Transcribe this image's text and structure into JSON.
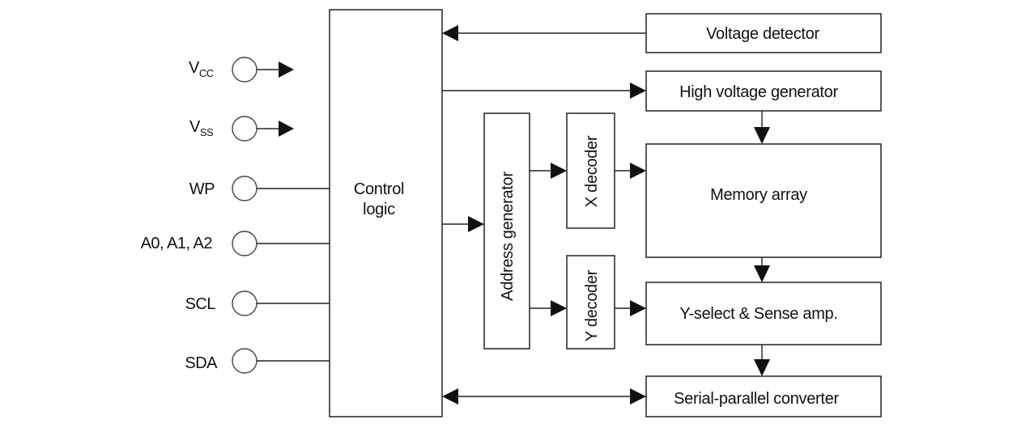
{
  "pins": [
    {
      "id": "vcc",
      "label": "V",
      "sub": "CC",
      "connection": "arrow-out"
    },
    {
      "id": "vss",
      "label": "V",
      "sub": "SS",
      "connection": "arrow-out"
    },
    {
      "id": "wp",
      "label": "WP",
      "sub": "",
      "connection": "line"
    },
    {
      "id": "a012",
      "label": "A0, A1, A2",
      "sub": "",
      "connection": "line"
    },
    {
      "id": "scl",
      "label": "SCL",
      "sub": "",
      "connection": "line"
    },
    {
      "id": "sda",
      "label": "SDA",
      "sub": "",
      "connection": "line"
    }
  ],
  "blocks": {
    "control_logic": {
      "line1": "Control",
      "line2": "logic"
    },
    "voltage_detector": "Voltage detector",
    "high_voltage_generator": "High voltage generator",
    "address_generator": "Address generator",
    "x_decoder": "X decoder",
    "y_decoder": "Y decoder",
    "memory_array": "Memory array",
    "y_select_sense_amp": "Y-select & Sense amp.",
    "serial_parallel_converter": "Serial-parallel converter"
  },
  "connections": [
    {
      "from": "voltage_detector",
      "to": "control_logic",
      "type": "arrow"
    },
    {
      "from": "control_logic",
      "to": "high_voltage_generator",
      "type": "arrow"
    },
    {
      "from": "control_logic",
      "to": "address_generator",
      "type": "arrow"
    },
    {
      "from": "address_generator",
      "to": "x_decoder",
      "type": "arrow"
    },
    {
      "from": "address_generator",
      "to": "y_decoder",
      "type": "arrow"
    },
    {
      "from": "x_decoder",
      "to": "memory_array",
      "type": "arrow"
    },
    {
      "from": "y_decoder",
      "to": "y_select_sense_amp",
      "type": "arrow"
    },
    {
      "from": "high_voltage_generator",
      "to": "memory_array",
      "type": "arrow"
    },
    {
      "from": "memory_array",
      "to": "y_select_sense_amp",
      "type": "arrow"
    },
    {
      "from": "y_select_sense_amp",
      "to": "serial_parallel_converter",
      "type": "arrow"
    },
    {
      "from": "control_logic",
      "to": "serial_parallel_converter",
      "type": "bidirectional"
    }
  ],
  "colors": {
    "stroke": "#222222",
    "background": "#ffffff"
  }
}
